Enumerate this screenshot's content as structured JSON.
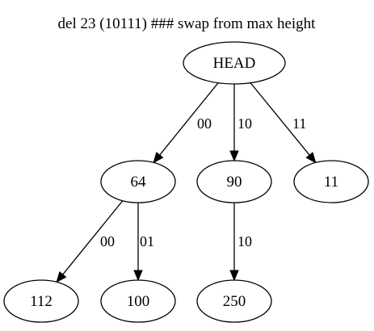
{
  "title": "del 23 (10111) ### swap from max height",
  "nodes": [
    {
      "id": "head",
      "label": "HEAD"
    },
    {
      "id": "n64",
      "label": "64"
    },
    {
      "id": "n90",
      "label": "90"
    },
    {
      "id": "n11",
      "label": "11"
    },
    {
      "id": "n112",
      "label": "112"
    },
    {
      "id": "n100",
      "label": "100"
    },
    {
      "id": "n250",
      "label": "250"
    }
  ],
  "edges": [
    {
      "from": "head",
      "to": "n64",
      "label": "00"
    },
    {
      "from": "head",
      "to": "n90",
      "label": "10"
    },
    {
      "from": "head",
      "to": "n11",
      "label": "11"
    },
    {
      "from": "n64",
      "to": "n112",
      "label": "00"
    },
    {
      "from": "n64",
      "to": "n100",
      "label": "01"
    },
    {
      "from": "n90",
      "to": "n250",
      "label": "10"
    }
  ],
  "colors": {
    "stroke": "#000000",
    "fill": "#ffffff",
    "text": "#000000"
  }
}
